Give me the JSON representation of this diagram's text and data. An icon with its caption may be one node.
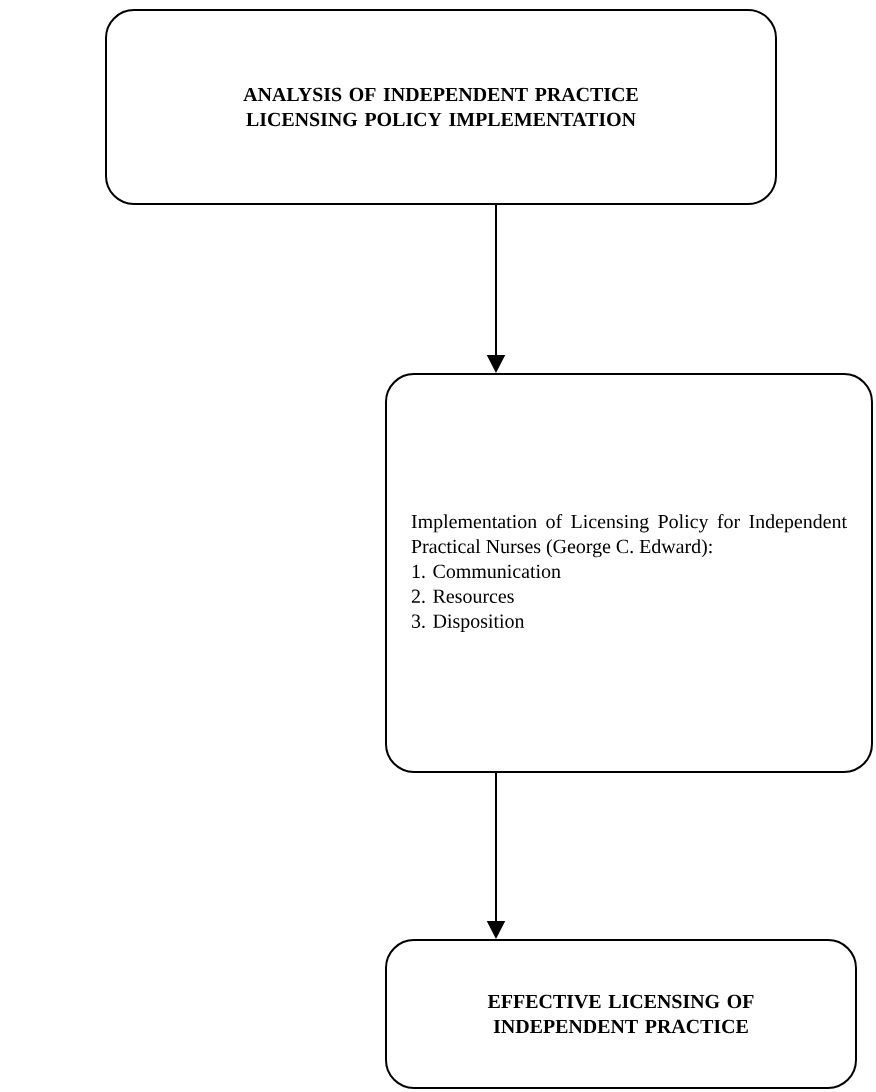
{
  "diagram": {
    "nodes": [
      {
        "text": [
          "ANALYSIS OF INDEPENDENT PRACTICE LICENSING POLICY IMPLEMENTATION"
        ]
      },
      {
        "text": [
          "Implementation of Licensing Policy for Independent Practical Nurses (George C. Edward):",
          "1. Communication",
          "2. Resources",
          "3. Disposition"
        ]
      },
      {
        "text": [
          "EFFECTIVE LICENSING OF INDEPENDENT PRACTICE"
        ]
      }
    ],
    "edges": [
      {
        "from": 0,
        "to": 1,
        "arrow": "to"
      },
      {
        "from": 1,
        "to": 2,
        "arrow": "to"
      }
    ]
  }
}
